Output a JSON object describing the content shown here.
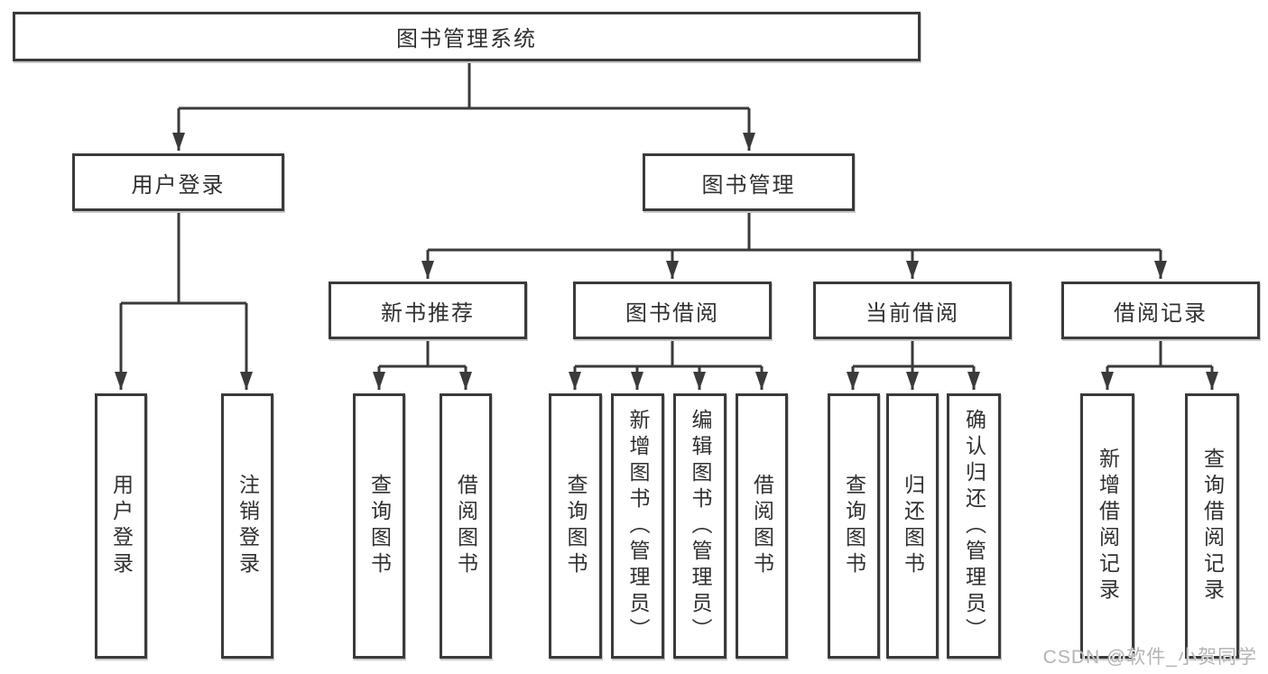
{
  "tree": {
    "root": {
      "label": "图书管理系统"
    },
    "login": {
      "label": "用户登录",
      "children": [
        "用户登录",
        "注销登录"
      ]
    },
    "mgmt": {
      "label": "图书管理",
      "children": [
        {
          "label": "新书推荐",
          "children": [
            "查询图书",
            "借阅图书"
          ]
        },
        {
          "label": "图书借阅",
          "children": [
            "查询图书",
            "新增图书（管理员）",
            "编辑图书（管理员）",
            "借阅图书"
          ]
        },
        {
          "label": "当前借阅",
          "children": [
            "查询图书",
            "归还图书",
            "确认归还（管理员）"
          ]
        },
        {
          "label": "借阅记录",
          "children": [
            "新增借阅记录",
            "查询借阅记录"
          ]
        }
      ]
    }
  },
  "watermark": {
    "text": "CSDN @软件_小贺同学"
  },
  "colors": {
    "line": "#3a3a3a",
    "text": "#303030",
    "watermark": "#b4b4b4",
    "background": "#ffffff"
  }
}
